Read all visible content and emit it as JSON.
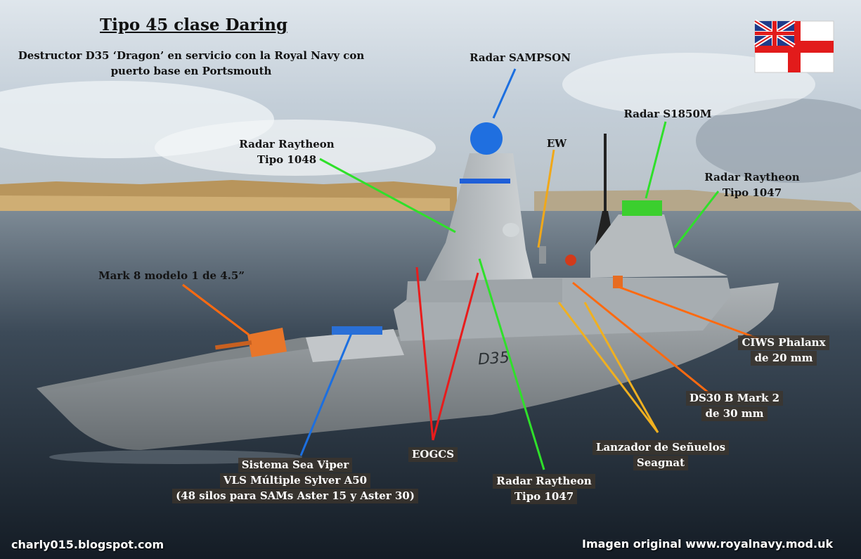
{
  "title": "Tipo 45 clase Daring",
  "subtitle": "Destructor D35 ‘Dragon’ en servicio con la Royal Navy con puerto base en Portsmouth",
  "hull_number": "D35",
  "credits": {
    "left": "charly015.blogspot.com",
    "right": "Imagen original www.royalnavy.mod.uk"
  },
  "labels": {
    "sampson": [
      "Radar SAMPSON"
    ],
    "s1850m": [
      "Radar S1850M"
    ],
    "ew": [
      "EW"
    ],
    "raytheon_1048": [
      "Radar Raytheon",
      "Tipo 1048"
    ],
    "raytheon_1047_top": [
      "Radar Raytheon",
      "Tipo 1047"
    ],
    "mark8": [
      "Mark 8  modelo 1 de 4.5”"
    ],
    "ciws": [
      "CIWS Phalanx",
      "de 20 mm"
    ],
    "ds30b": [
      "DS30 B Mark 2",
      "de 30 mm"
    ],
    "seagnat": [
      "Lanzador de Señuelos",
      "Seagnat"
    ],
    "eogcs": [
      "EOGCS"
    ],
    "raytheon_1047_bottom": [
      "Radar Raytheon",
      "Tipo 1047"
    ],
    "sea_viper": [
      "Sistema Sea Viper",
      "VLS Múltiple Sylver A50",
      "(48 silos para SAMs Aster 15 y Aster 30)"
    ]
  },
  "colors": {
    "sampson_line": "#1c6fe0",
    "green_line": "#2fe02a",
    "ew_line": "#f0a81a",
    "orange_line": "#ff6a10",
    "red_line": "#e81c1c",
    "seagnat_line": "#f0b020",
    "sea_viper_line": "#1c6fe0"
  }
}
